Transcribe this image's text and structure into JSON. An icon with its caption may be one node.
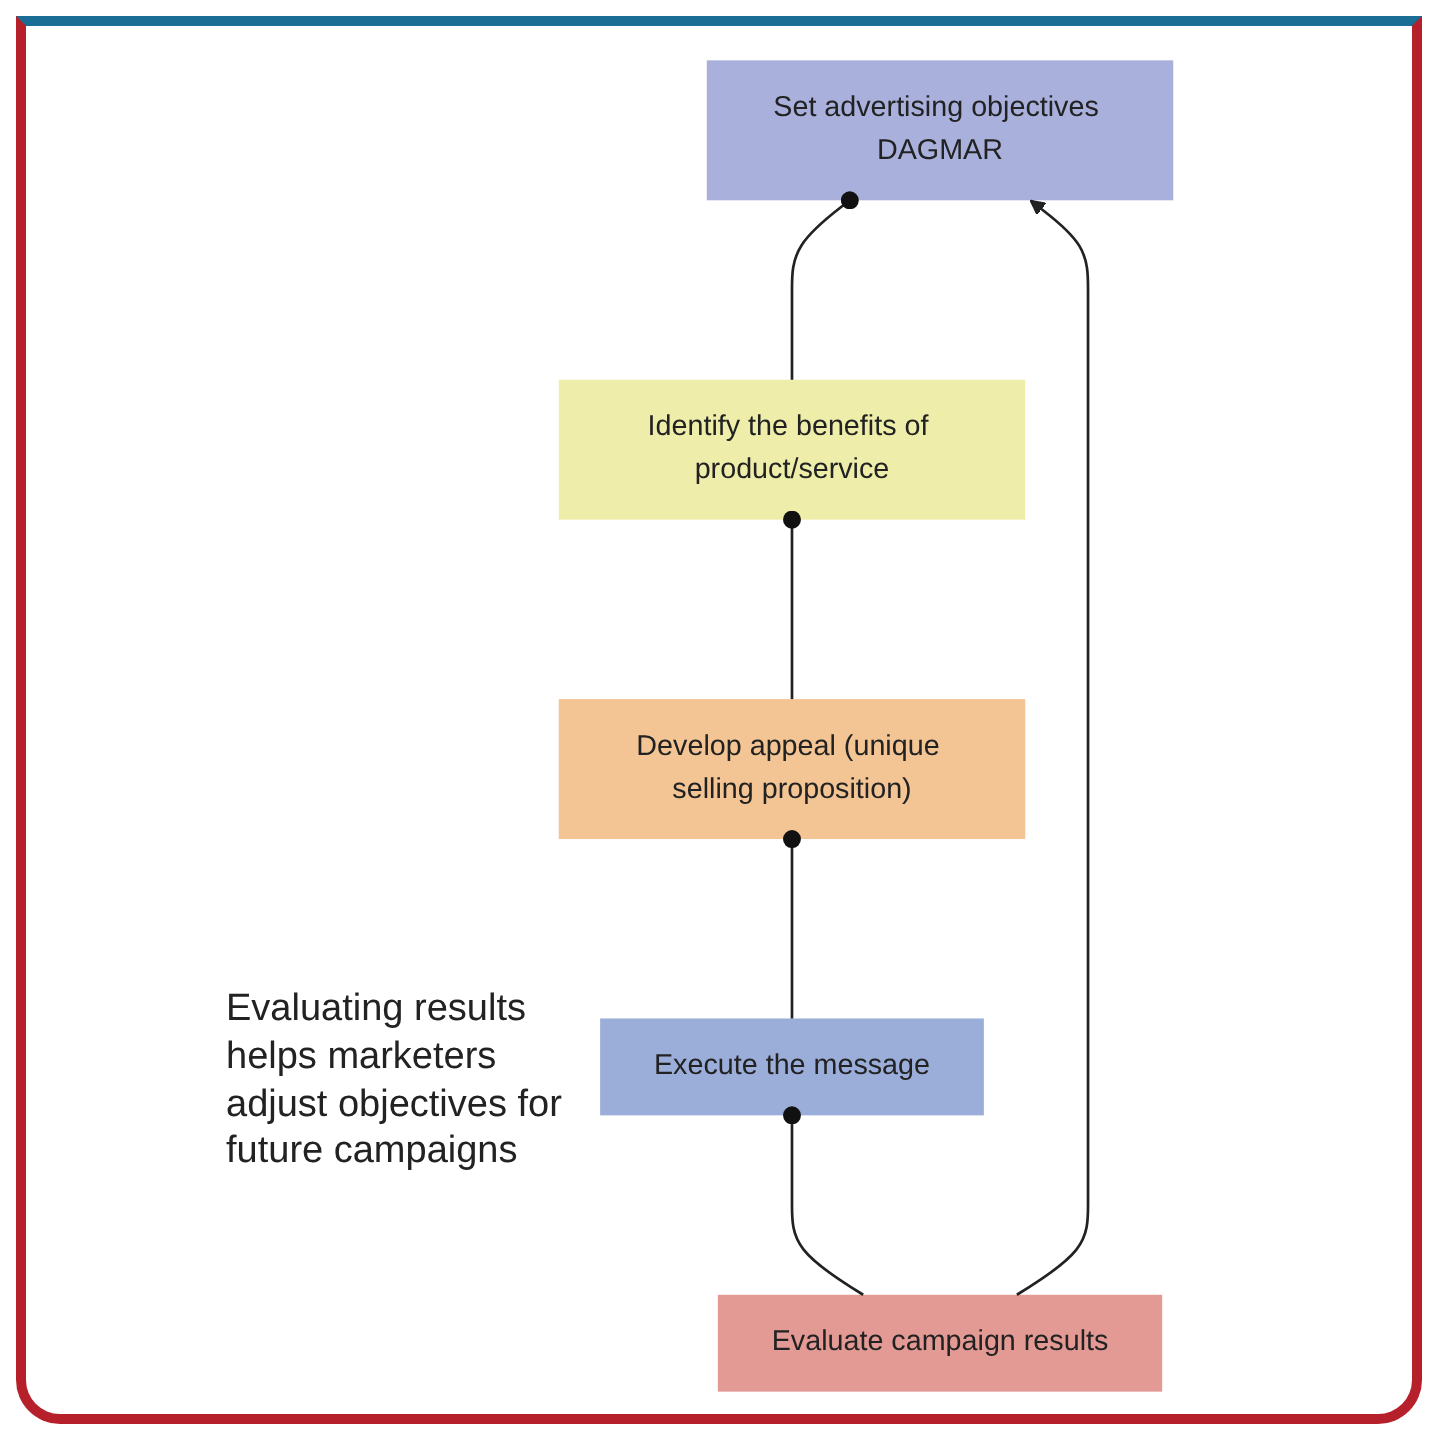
{
  "diagram": {
    "nodes": [
      {
        "text": [
          "Set advertising objectives DAGMAR"
        ]
      },
      {
        "text": [
          "Identify the benefits of product/service"
        ]
      },
      {
        "text": [
          "Develop appeal (unique selling proposition)"
        ]
      },
      {
        "text": [
          "Execute the message"
        ]
      },
      {
        "text": [
          "Evaluate campaign results"
        ]
      }
    ],
    "edges": [
      {
        "from": 0,
        "to": 1,
        "arrow": "other"
      },
      {
        "from": 1,
        "to": 2,
        "arrow": "other"
      },
      {
        "from": 2,
        "to": 3,
        "arrow": "other"
      },
      {
        "from": 3,
        "to": 4,
        "arrow": "other"
      },
      {
        "from": 4,
        "to": 0,
        "arrow": "to"
      }
    ],
    "labels": [
      "Evaluating results helps marketers adjust objectives for future campaigns"
    ]
  }
}
